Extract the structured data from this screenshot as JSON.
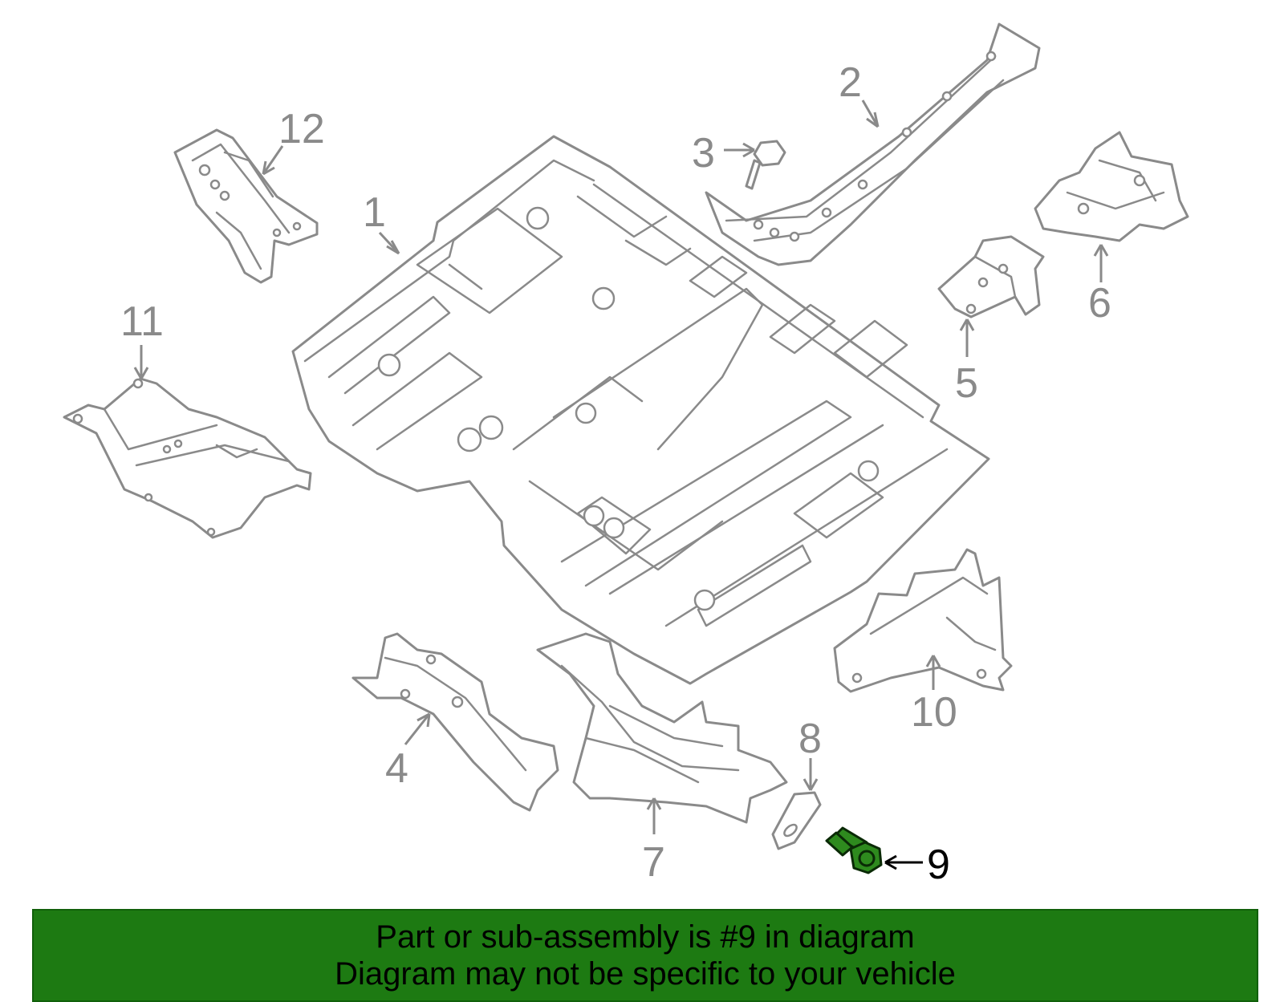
{
  "callouts": [
    {
      "id": "1",
      "text": "1"
    },
    {
      "id": "2",
      "text": "2"
    },
    {
      "id": "3",
      "text": "3"
    },
    {
      "id": "4",
      "text": "4"
    },
    {
      "id": "5",
      "text": "5"
    },
    {
      "id": "6",
      "text": "6"
    },
    {
      "id": "7",
      "text": "7"
    },
    {
      "id": "8",
      "text": "8"
    },
    {
      "id": "9",
      "text": "9"
    },
    {
      "id": "10",
      "text": "10"
    },
    {
      "id": "11",
      "text": "11"
    },
    {
      "id": "12",
      "text": "12"
    }
  ],
  "highlighted_part": "9",
  "colors": {
    "outline": "#8a8a8a",
    "highlight_part": "#2e8a1e",
    "banner_background": "#1d7a12",
    "banner_text": "#000000"
  },
  "banner": {
    "line1": "Part or sub-assembly is #9 in diagram",
    "line2": "Diagram may not be specific to your vehicle"
  }
}
